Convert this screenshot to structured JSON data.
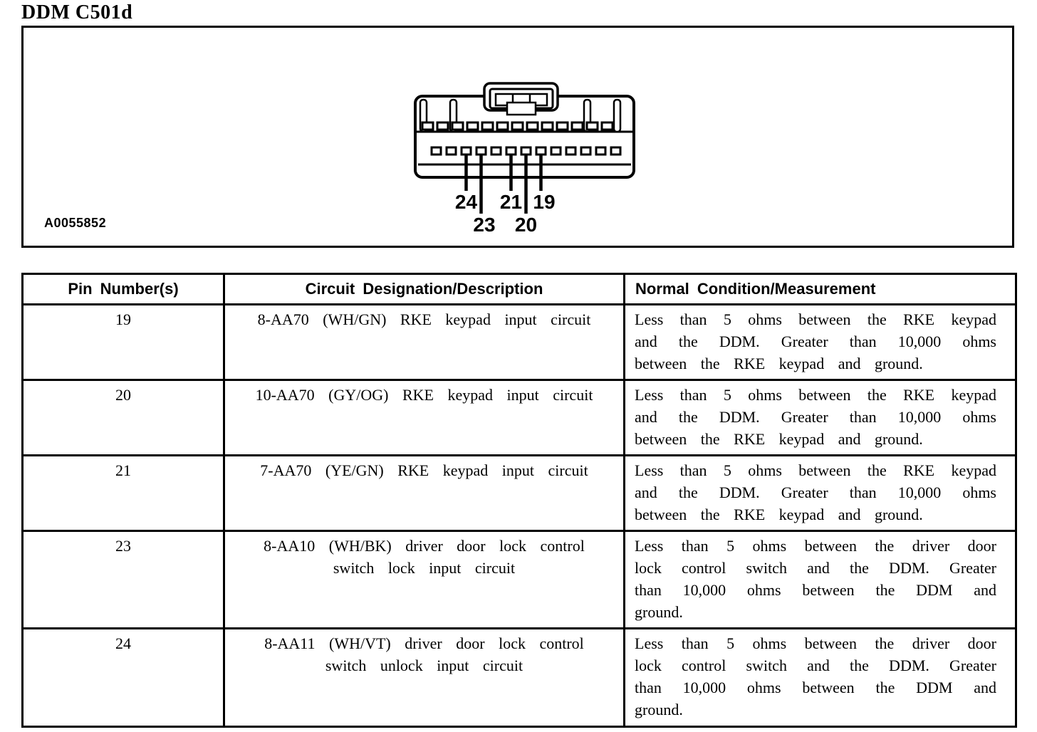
{
  "page": {
    "title": "DDM C501d",
    "background": "#ffffff",
    "ink": "#000000"
  },
  "figure": {
    "id_label": "A0055852",
    "connector": {
      "description": "DDM C501d connector face view",
      "top_pin_count": 13,
      "bottom_pin_count": 13,
      "callouts": [
        {
          "pin": "24"
        },
        {
          "pin": "23"
        },
        {
          "pin": "21"
        },
        {
          "pin": "20"
        },
        {
          "pin": "19"
        }
      ]
    }
  },
  "table": {
    "headers": [
      "Pin Number(s)",
      "Circuit Designation/Description",
      "Normal Condition/Measurement"
    ],
    "rows": [
      {
        "pin": "19",
        "circuit": "8-AA70 (WH/GN) RKE keypad input circuit",
        "condition": "Less than 5 ohms between the RKE keypad and the DDM. Greater than 10,000 ohms between the RKE keypad and ground."
      },
      {
        "pin": "20",
        "circuit": "10-AA70 (GY/OG) RKE keypad input circuit",
        "condition": "Less than 5 ohms between the RKE keypad and the DDM. Greater than 10,000 ohms between the RKE keypad and ground."
      },
      {
        "pin": "21",
        "circuit": "7-AA70 (YE/GN) RKE keypad input circuit",
        "condition": "Less than 5 ohms between the RKE keypad and the DDM. Greater than 10,000 ohms between the RKE keypad and ground."
      },
      {
        "pin": "23",
        "circuit": "8-AA10 (WH/BK) driver door lock control switch lock input circuit",
        "condition": "Less than 5 ohms between the driver door lock control switch and the DDM. Greater than 10,000 ohms between the DDM and ground."
      },
      {
        "pin": "24",
        "circuit": "8-AA11 (WH/VT) driver door lock control switch unlock input circuit",
        "condition": "Less than 5 ohms between the driver door lock control switch and the DDM. Greater than 10,000 ohms between the DDM and ground."
      }
    ]
  }
}
